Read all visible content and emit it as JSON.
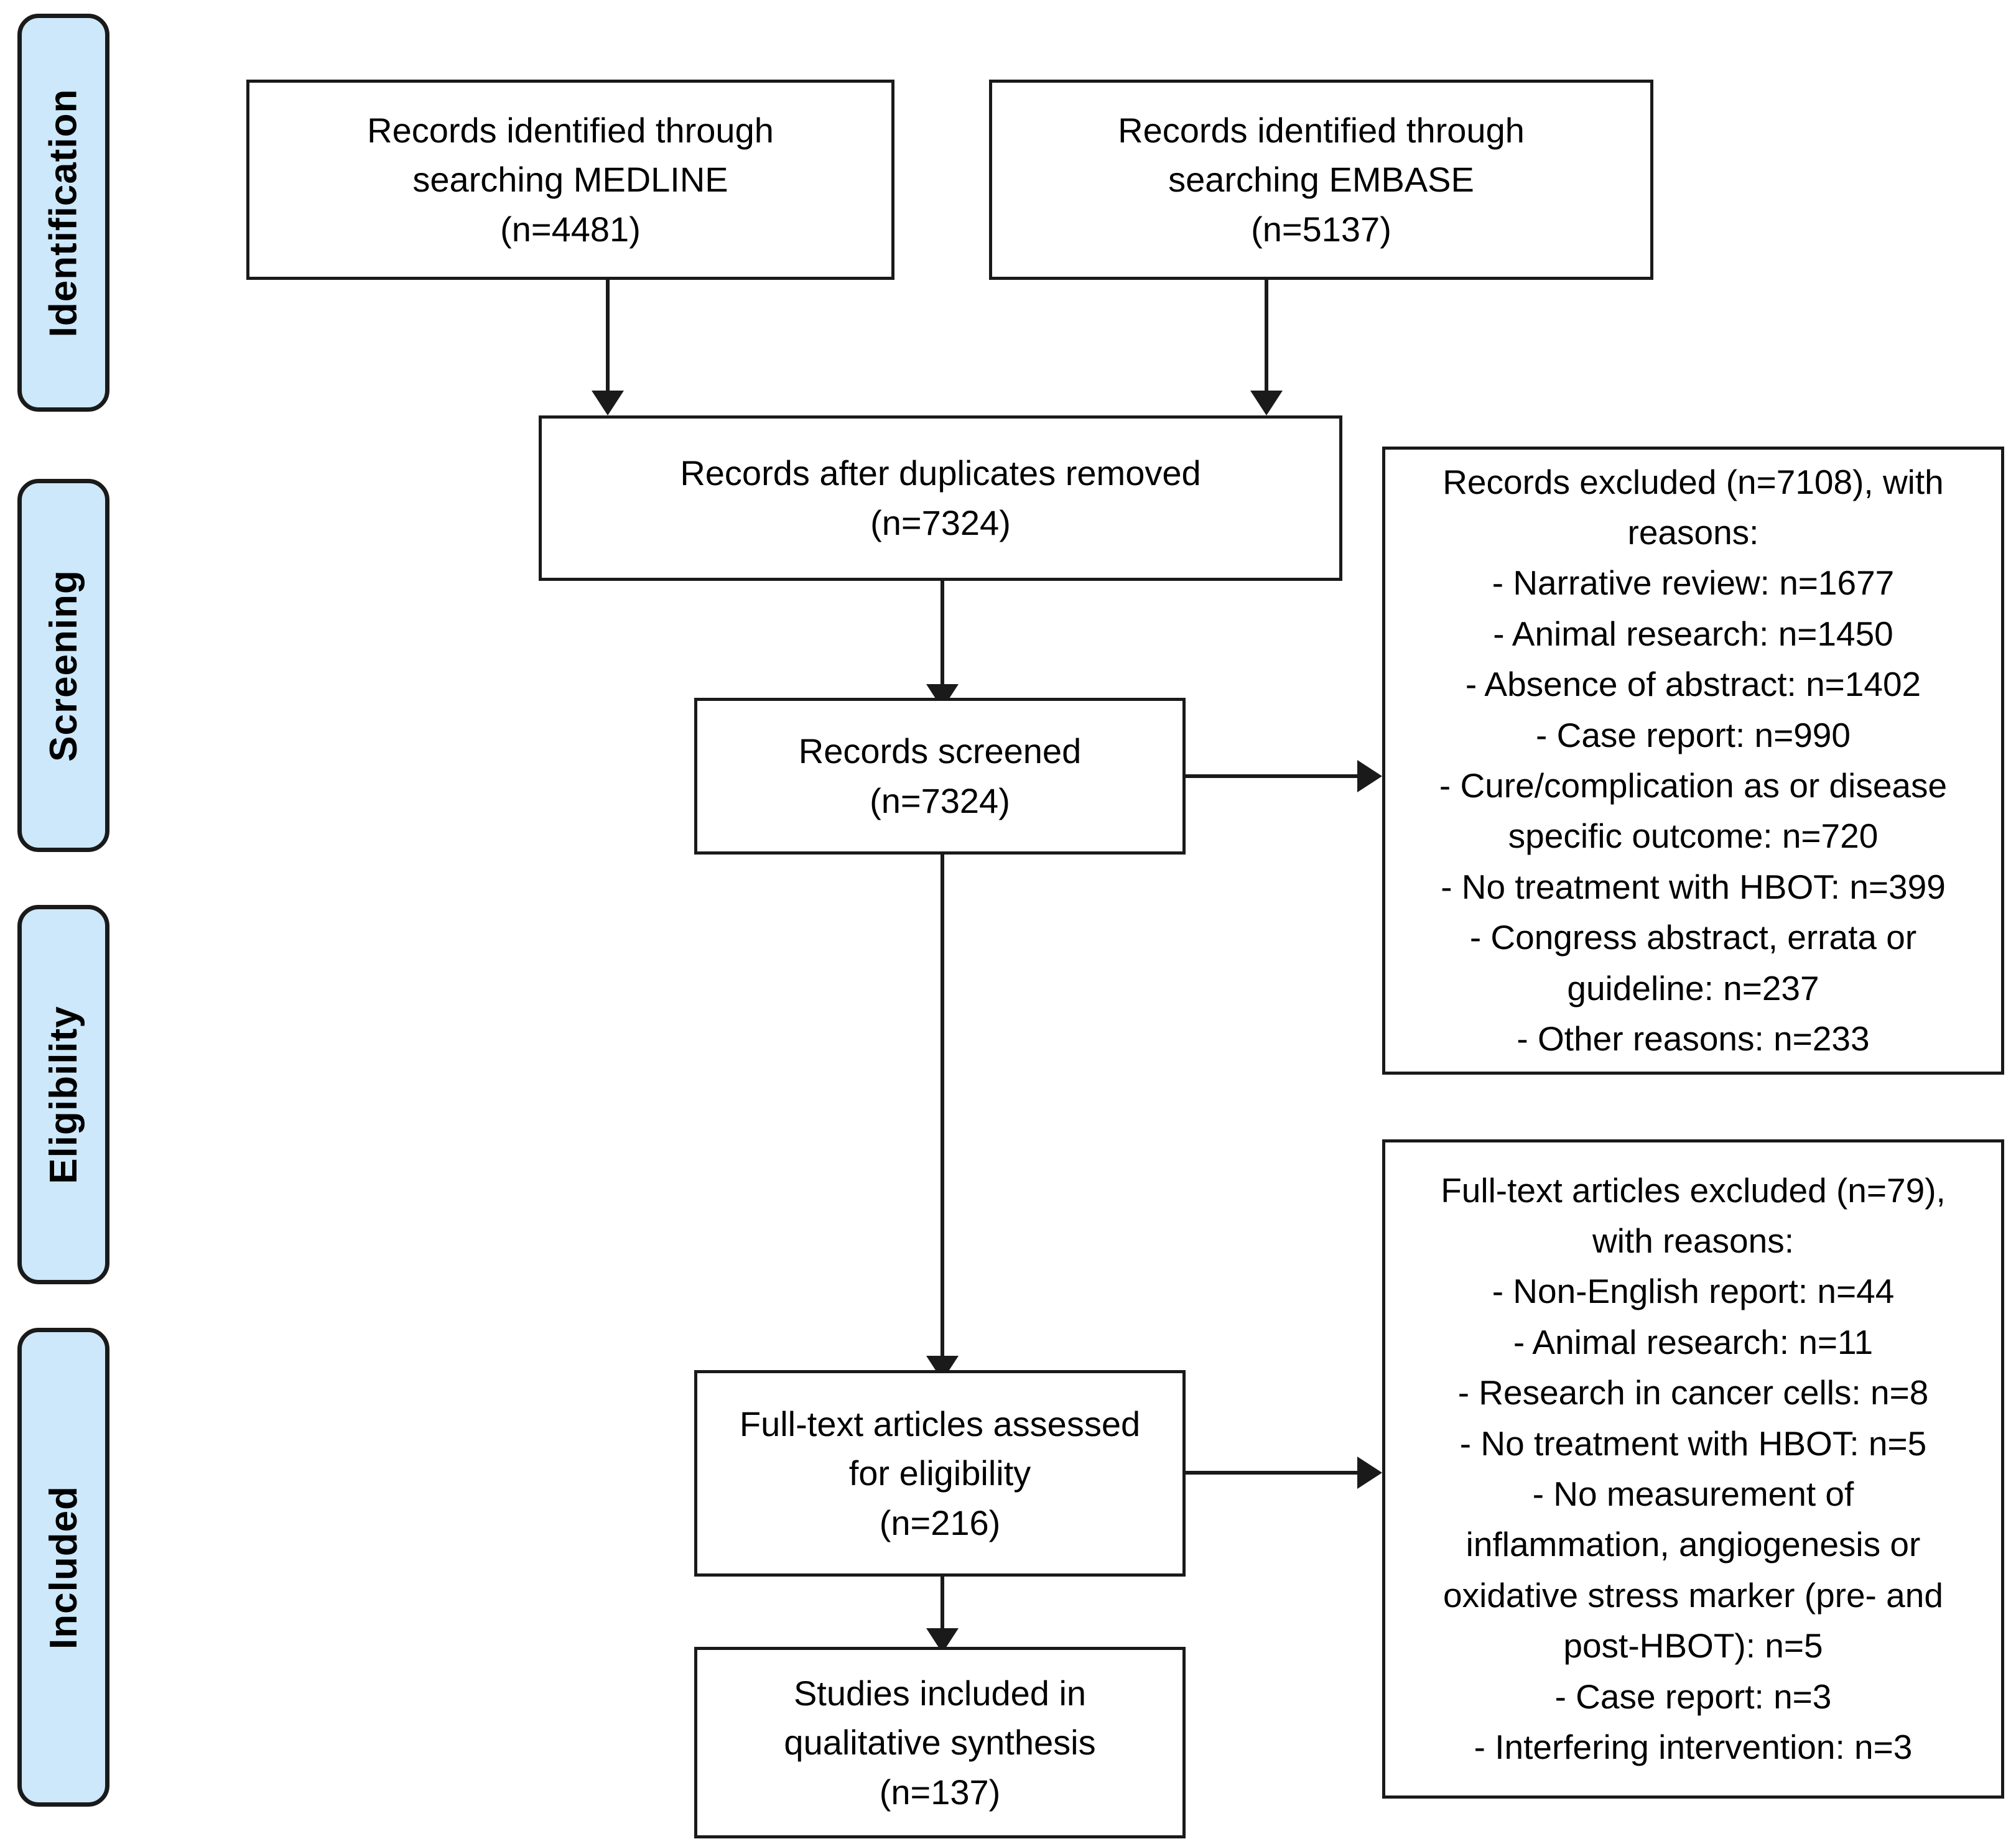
{
  "diagram": {
    "title": "PRISMA study selection flow diagram",
    "accent_color": "#cce8fa",
    "line_color": "#1a1a1a",
    "box_fill": "#ffffff"
  },
  "stages": [
    {
      "id": "identification",
      "label": "Identification"
    },
    {
      "id": "screening",
      "label": "Screening"
    },
    {
      "id": "eligibility",
      "label": "Eligibility"
    },
    {
      "id": "included",
      "label": "Included"
    }
  ],
  "boxes": {
    "medline": {
      "text": "Records identified through\nsearching MEDLINE\n(n=4481)",
      "source": "MEDLINE",
      "n": 4481
    },
    "embase": {
      "text": "Records identified through\nsearching EMBASE\n(n=5137)",
      "source": "EMBASE",
      "n": 5137
    },
    "duplicates_removed": {
      "text": "Records after duplicates removed\n(n=7324)",
      "n": 7324
    },
    "records_screened": {
      "text": "Records screened\n(n=7324)",
      "n": 7324
    },
    "records_excluded": {
      "text": "Records excluded (n=7108), with\nreasons:\n- Narrative review: n=1677\n- Animal research: n=1450\n- Absence of abstract: n=1402\n- Case report: n=990\n- Cure/complication as or disease\nspecific outcome: n=720\n- No treatment with HBOT: n=399\n- Congress abstract, errata or\nguideline: n=237\n- Other reasons: n=233",
      "n": 7108,
      "reasons": [
        {
          "label": "Narrative review",
          "n": 1677
        },
        {
          "label": "Animal research",
          "n": 1450
        },
        {
          "label": "Absence of abstract",
          "n": 1402
        },
        {
          "label": "Case report",
          "n": 990
        },
        {
          "label": "Cure/complication as or disease specific outcome",
          "n": 720
        },
        {
          "label": "No treatment with HBOT",
          "n": 399
        },
        {
          "label": "Congress abstract, errata or guideline",
          "n": 237
        },
        {
          "label": "Other reasons",
          "n": 233
        }
      ]
    },
    "fulltext_assessed": {
      "text": "Full-text articles assessed\nfor eligibility\n(n=216)",
      "n": 216
    },
    "fulltext_excluded": {
      "text": "Full-text articles excluded (n=79),\nwith reasons:\n- Non-English report: n=44\n- Animal research: n=11\n- Research in cancer cells: n=8\n- No treatment with HBOT: n=5\n- No measurement of\ninflammation, angiogenesis or\noxidative stress marker (pre- and\npost-HBOT): n=5\n- Case report: n=3\n- Interfering intervention: n=3",
      "n": 79,
      "reasons": [
        {
          "label": "Non-English report",
          "n": 44
        },
        {
          "label": "Animal research",
          "n": 11
        },
        {
          "label": "Research in cancer cells",
          "n": 8
        },
        {
          "label": "No treatment with HBOT",
          "n": 5
        },
        {
          "label": "No measurement of inflammation, angiogenesis or oxidative stress marker (pre- and post-HBOT)",
          "n": 5
        },
        {
          "label": "Case report",
          "n": 3
        },
        {
          "label": "Interfering intervention",
          "n": 3
        }
      ]
    },
    "studies_included": {
      "text": "Studies included in\nqualitative synthesis\n(n=137)",
      "n": 137
    }
  }
}
